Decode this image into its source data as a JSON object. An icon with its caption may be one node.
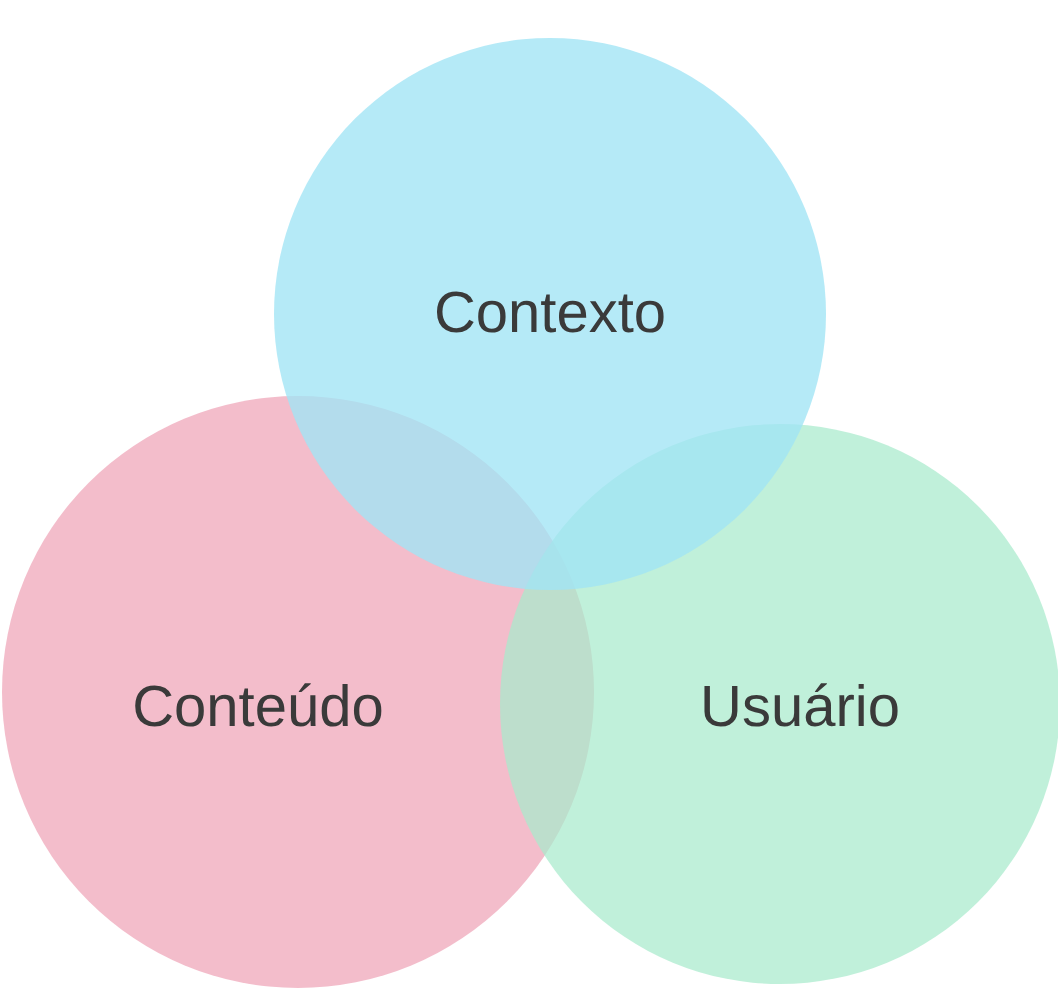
{
  "diagram": {
    "nodes": [
      {
        "text": [
          "Contexto"
        ]
      },
      {
        "text": [
          "Conteúdo"
        ]
      },
      {
        "text": [
          "Usuário"
        ]
      }
    ]
  }
}
